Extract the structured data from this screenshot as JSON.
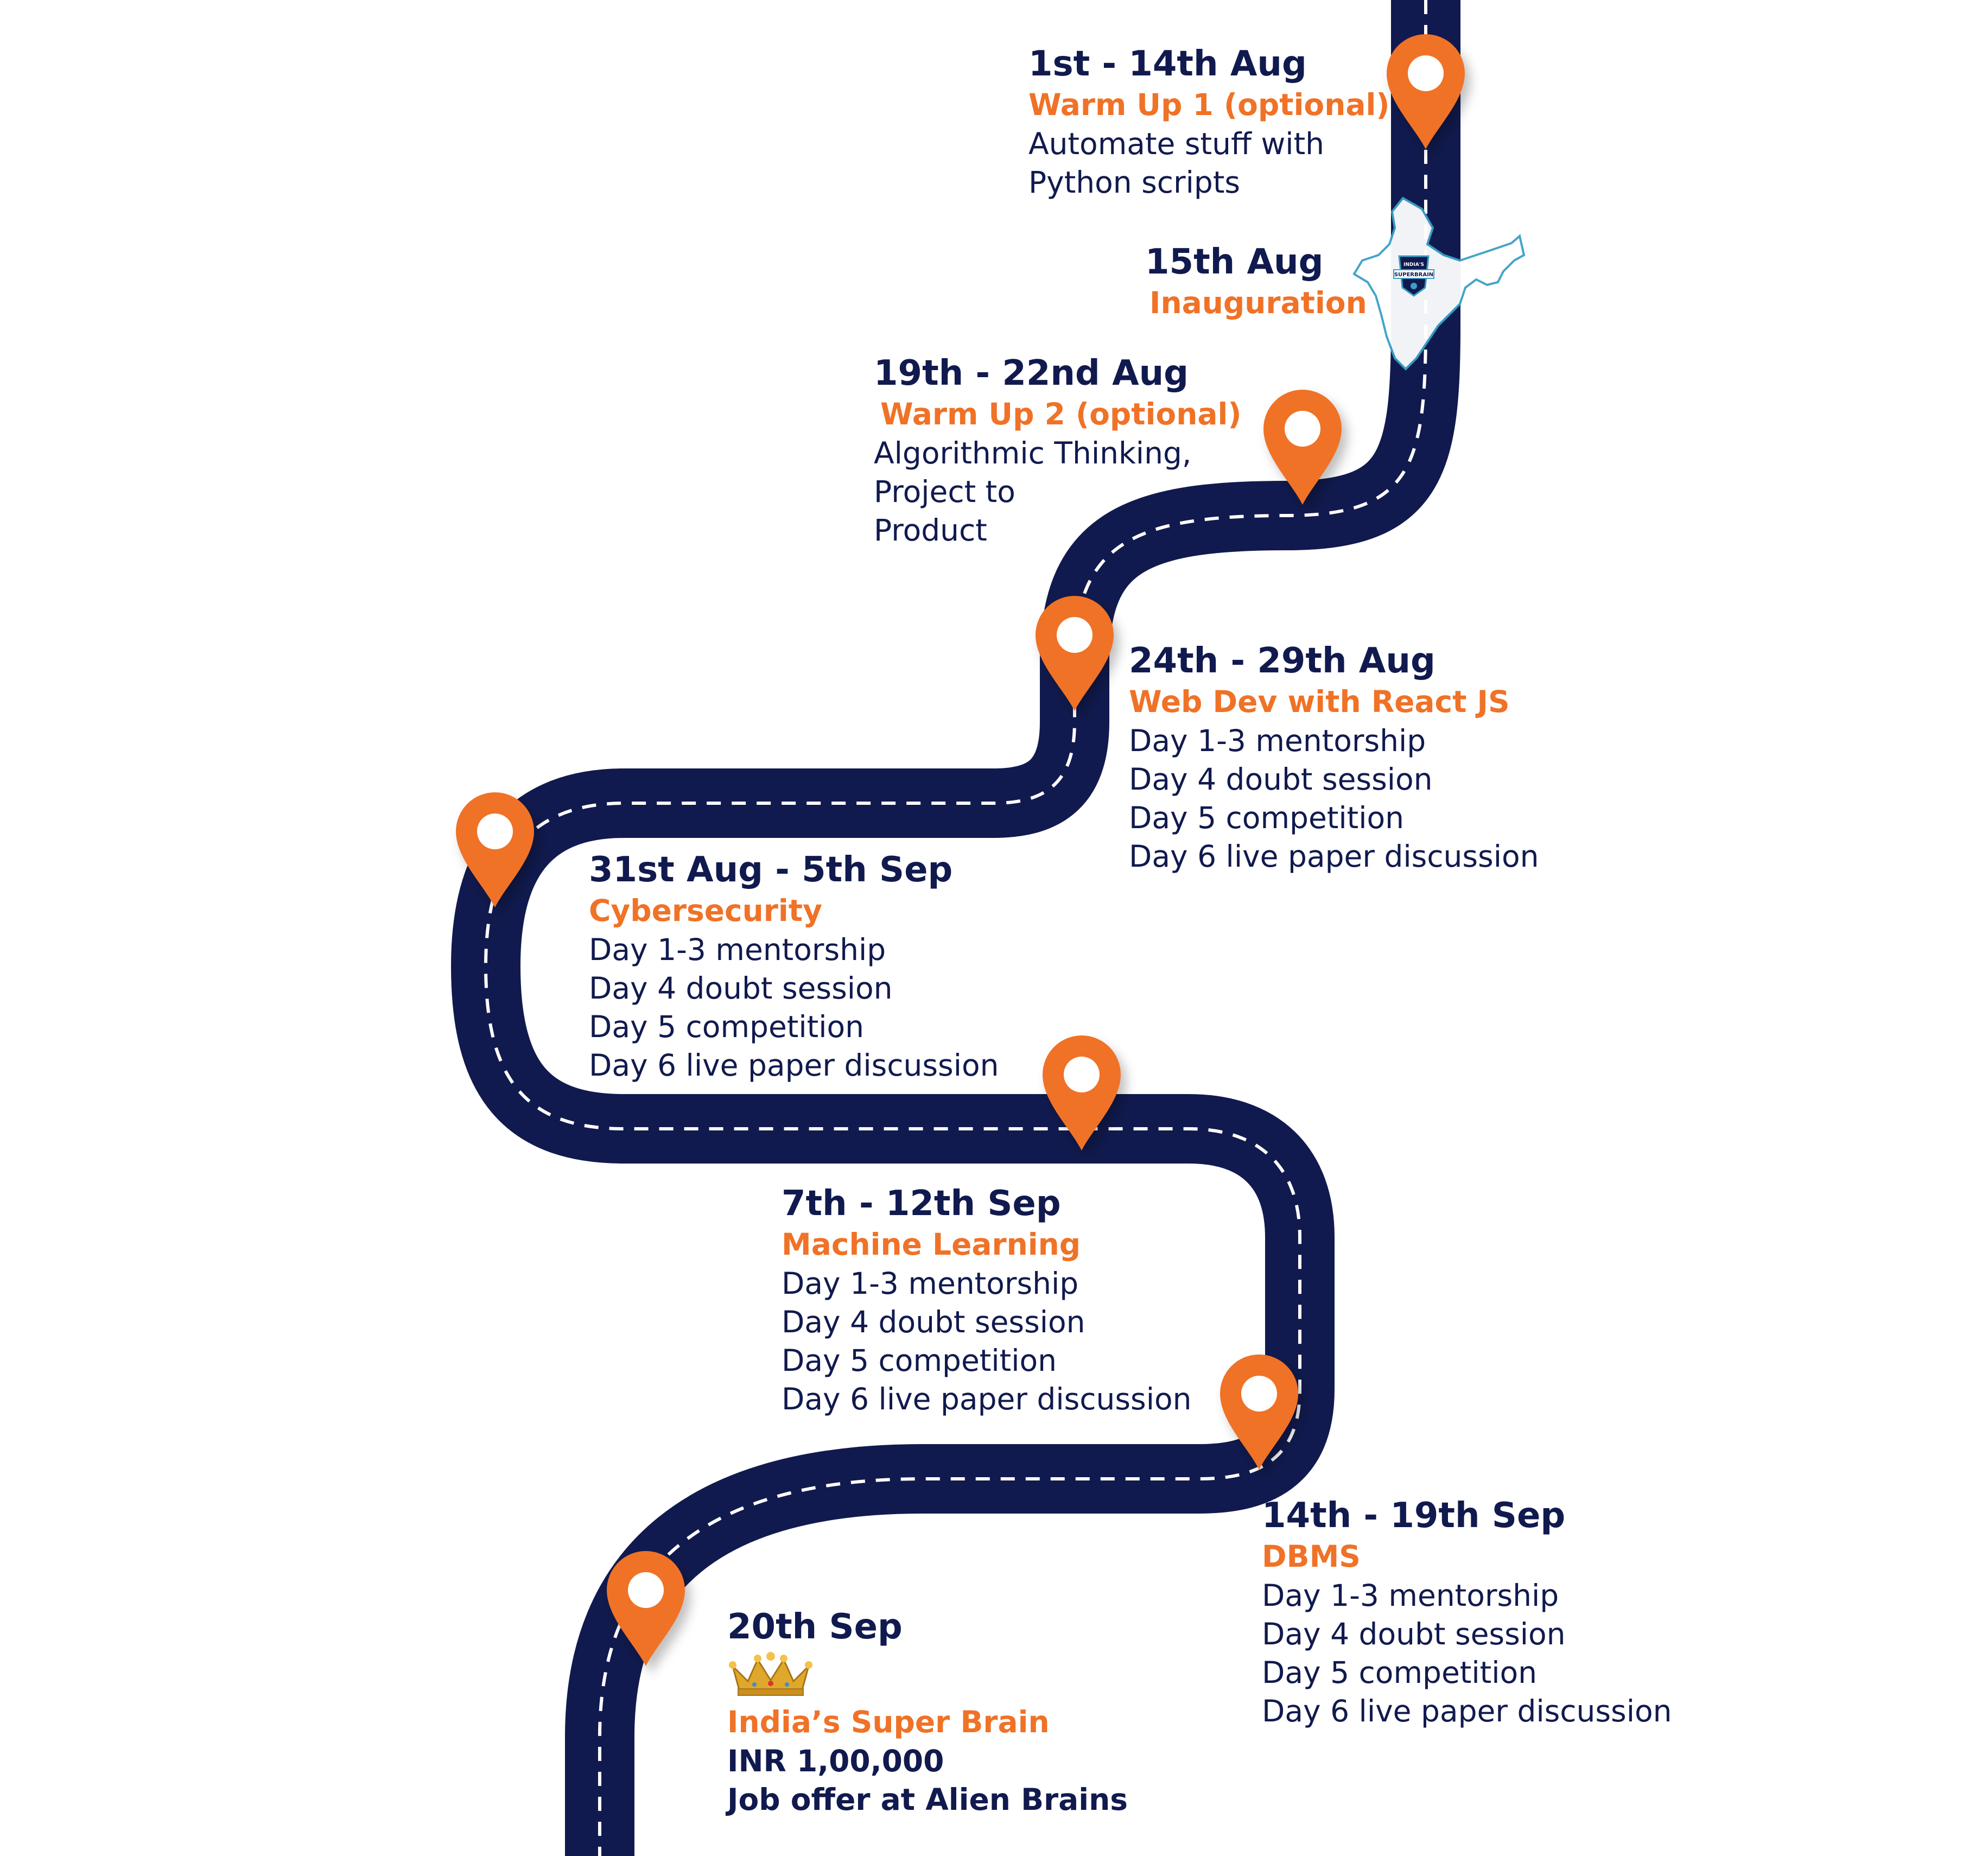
{
  "colors": {
    "road": "#111a4e",
    "accent": "#f07227",
    "text": "#111a4e",
    "map_stroke": "#3aa0c8"
  },
  "timeline": [
    {
      "date": "1st - 14th Aug",
      "topic": "Warm Up 1 (optional)",
      "lines": [
        "Automate stuff with",
        "Python scripts"
      ]
    },
    {
      "date": "15th Aug",
      "topic": "Inauguration",
      "lines": []
    },
    {
      "date": "19th - 22nd Aug",
      "topic": "Warm Up 2 (optional)",
      "lines": [
        "Algorithmic Thinking,",
        "Project to",
        "Product"
      ]
    },
    {
      "date": "24th - 29th Aug",
      "topic": "Web Dev with React JS",
      "lines": [
        "Day 1-3 mentorship",
        "Day 4 doubt session",
        "Day 5 competition",
        "Day 6 live paper discussion"
      ]
    },
    {
      "date": "31st Aug - 5th Sep",
      "topic": "Cybersecurity",
      "lines": [
        "Day 1-3 mentorship",
        "Day 4 doubt session",
        "Day 5 competition",
        "Day 6 live paper discussion"
      ]
    },
    {
      "date": "7th - 12th Sep",
      "topic": "Machine Learning",
      "lines": [
        "Day 1-3 mentorship",
        "Day 4 doubt session",
        "Day 5 competition",
        "Day 6 live paper discussion"
      ]
    },
    {
      "date": "14th - 19th Sep",
      "topic": "DBMS",
      "lines": [
        "Day 1-3 mentorship",
        "Day 4 doubt session",
        "Day 5 competition",
        "Day 6 live paper discussion"
      ]
    },
    {
      "date": "20th Sep",
      "topic": "India’s Super Brain",
      "lines": [
        "INR 1,00,000",
        "Job offer at Alien Brains"
      ]
    }
  ],
  "icons": {
    "pin": "location-pin-icon",
    "crown": "crown-icon",
    "map": "india-map-icon",
    "logo": "superbrain-logo"
  },
  "logo_text": [
    "INDIA'S",
    "SUPERBRAIN"
  ]
}
